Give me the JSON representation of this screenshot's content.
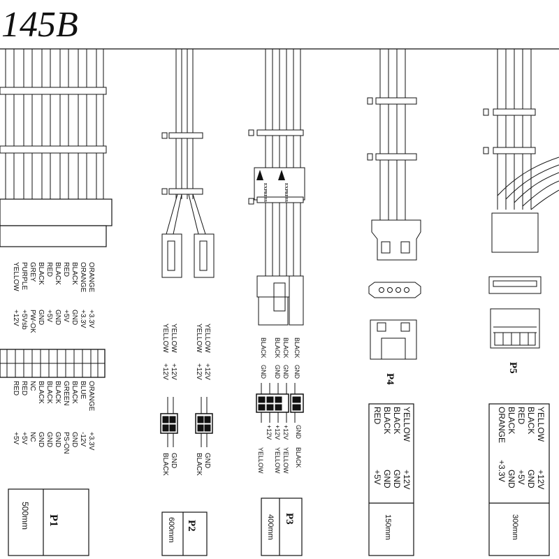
{
  "header": {
    "model": "145B"
  },
  "connectors": {
    "p1": {
      "id": "P1",
      "length": "500mm",
      "colors_left": [
        "ORANGE",
        "ORANGE",
        "BLACK",
        "RED",
        "BLACK",
        "RED",
        "BLACK",
        "GREY",
        "PURPLE",
        "YELLOW"
      ],
      "signals_left": [
        "+3.3V",
        "+3.3V",
        "GND",
        "+5V",
        "GND",
        "+5V",
        "GND",
        "PW-OK",
        "+5Vsb",
        "+12V"
      ],
      "signals_right": [
        "+3.3V",
        "-12V",
        "GND",
        "PS-ON",
        "GND",
        "GND",
        "GND",
        "NC",
        "+5V",
        "+5V"
      ],
      "colors_right": [
        "ORANGE",
        "BLUE",
        "BLACK",
        "GREEN",
        "BLACK",
        "BLACK",
        "BLACK",
        "NC",
        "RED",
        "RED"
      ]
    },
    "p2": {
      "id": "P2",
      "length": "600mm",
      "top_colors": [
        "YELLOW",
        "YELLOW"
      ],
      "top_signals": [
        "+12V",
        "+12V"
      ],
      "bottom_signals": [
        "GND",
        "GND"
      ],
      "bottom_colors": [
        "BLACK",
        "BLACK"
      ]
    },
    "p3": {
      "id": "P3",
      "length": "400mm",
      "sleeve_text": "EXPRESS",
      "top_colors": [
        "BLACK",
        "BLACK",
        "BLACK",
        "BLACK"
      ],
      "top_signals": [
        "GND",
        "GND",
        "GND",
        "GND"
      ],
      "bottom_signals": [
        "+12V",
        "+12V",
        "+12V",
        "GND"
      ],
      "bottom_colors": [
        "YELLOW",
        "YELLOW",
        "YELLOW",
        "BLACK"
      ]
    },
    "p4": {
      "id": "P4",
      "length": "150mm",
      "colors": [
        "YELLOW",
        "BLACK",
        "BLACK",
        "RED"
      ],
      "signals": [
        "+12V",
        "GND",
        "GND",
        "+5V"
      ]
    },
    "p5": {
      "id": "P5",
      "length": "300mm",
      "colors": [
        "YELLOW",
        "BLACK",
        "RED",
        "BLACK",
        "ORANGE"
      ],
      "signals": [
        "+12V",
        "GND",
        "+5V",
        "GND",
        "+3.3V"
      ]
    }
  }
}
